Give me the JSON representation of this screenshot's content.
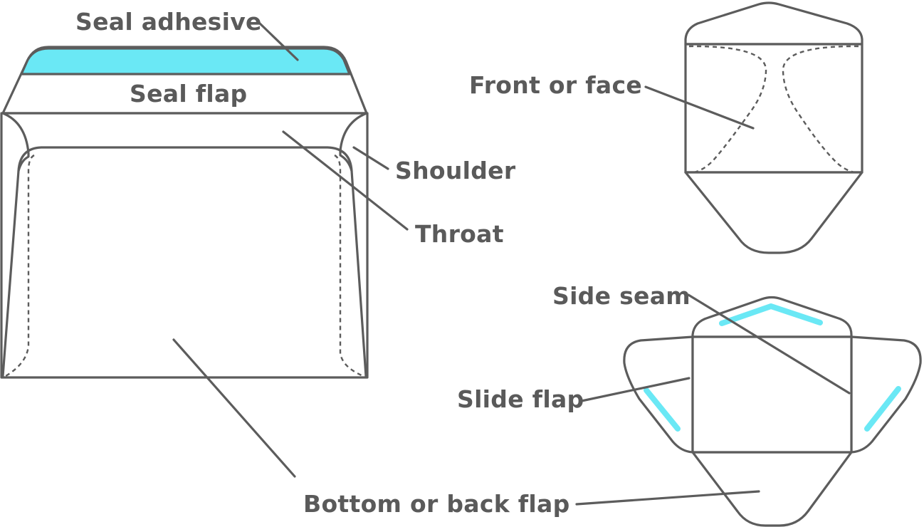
{
  "labels": {
    "seal_adhesive": "Seal adhesive",
    "seal_flap": "Seal flap",
    "shoulder": "Shoulder",
    "throat": "Throat",
    "bottom_or_back_flap": "Bottom or back flap",
    "front_or_face": "Front or face",
    "side_seam": "Side seam",
    "slide_flap": "Slide flap"
  },
  "colors": {
    "line": "#5c5c5c",
    "text": "#5a5a5a",
    "adhesive": "#6ae8f5",
    "background": "#ffffff"
  }
}
